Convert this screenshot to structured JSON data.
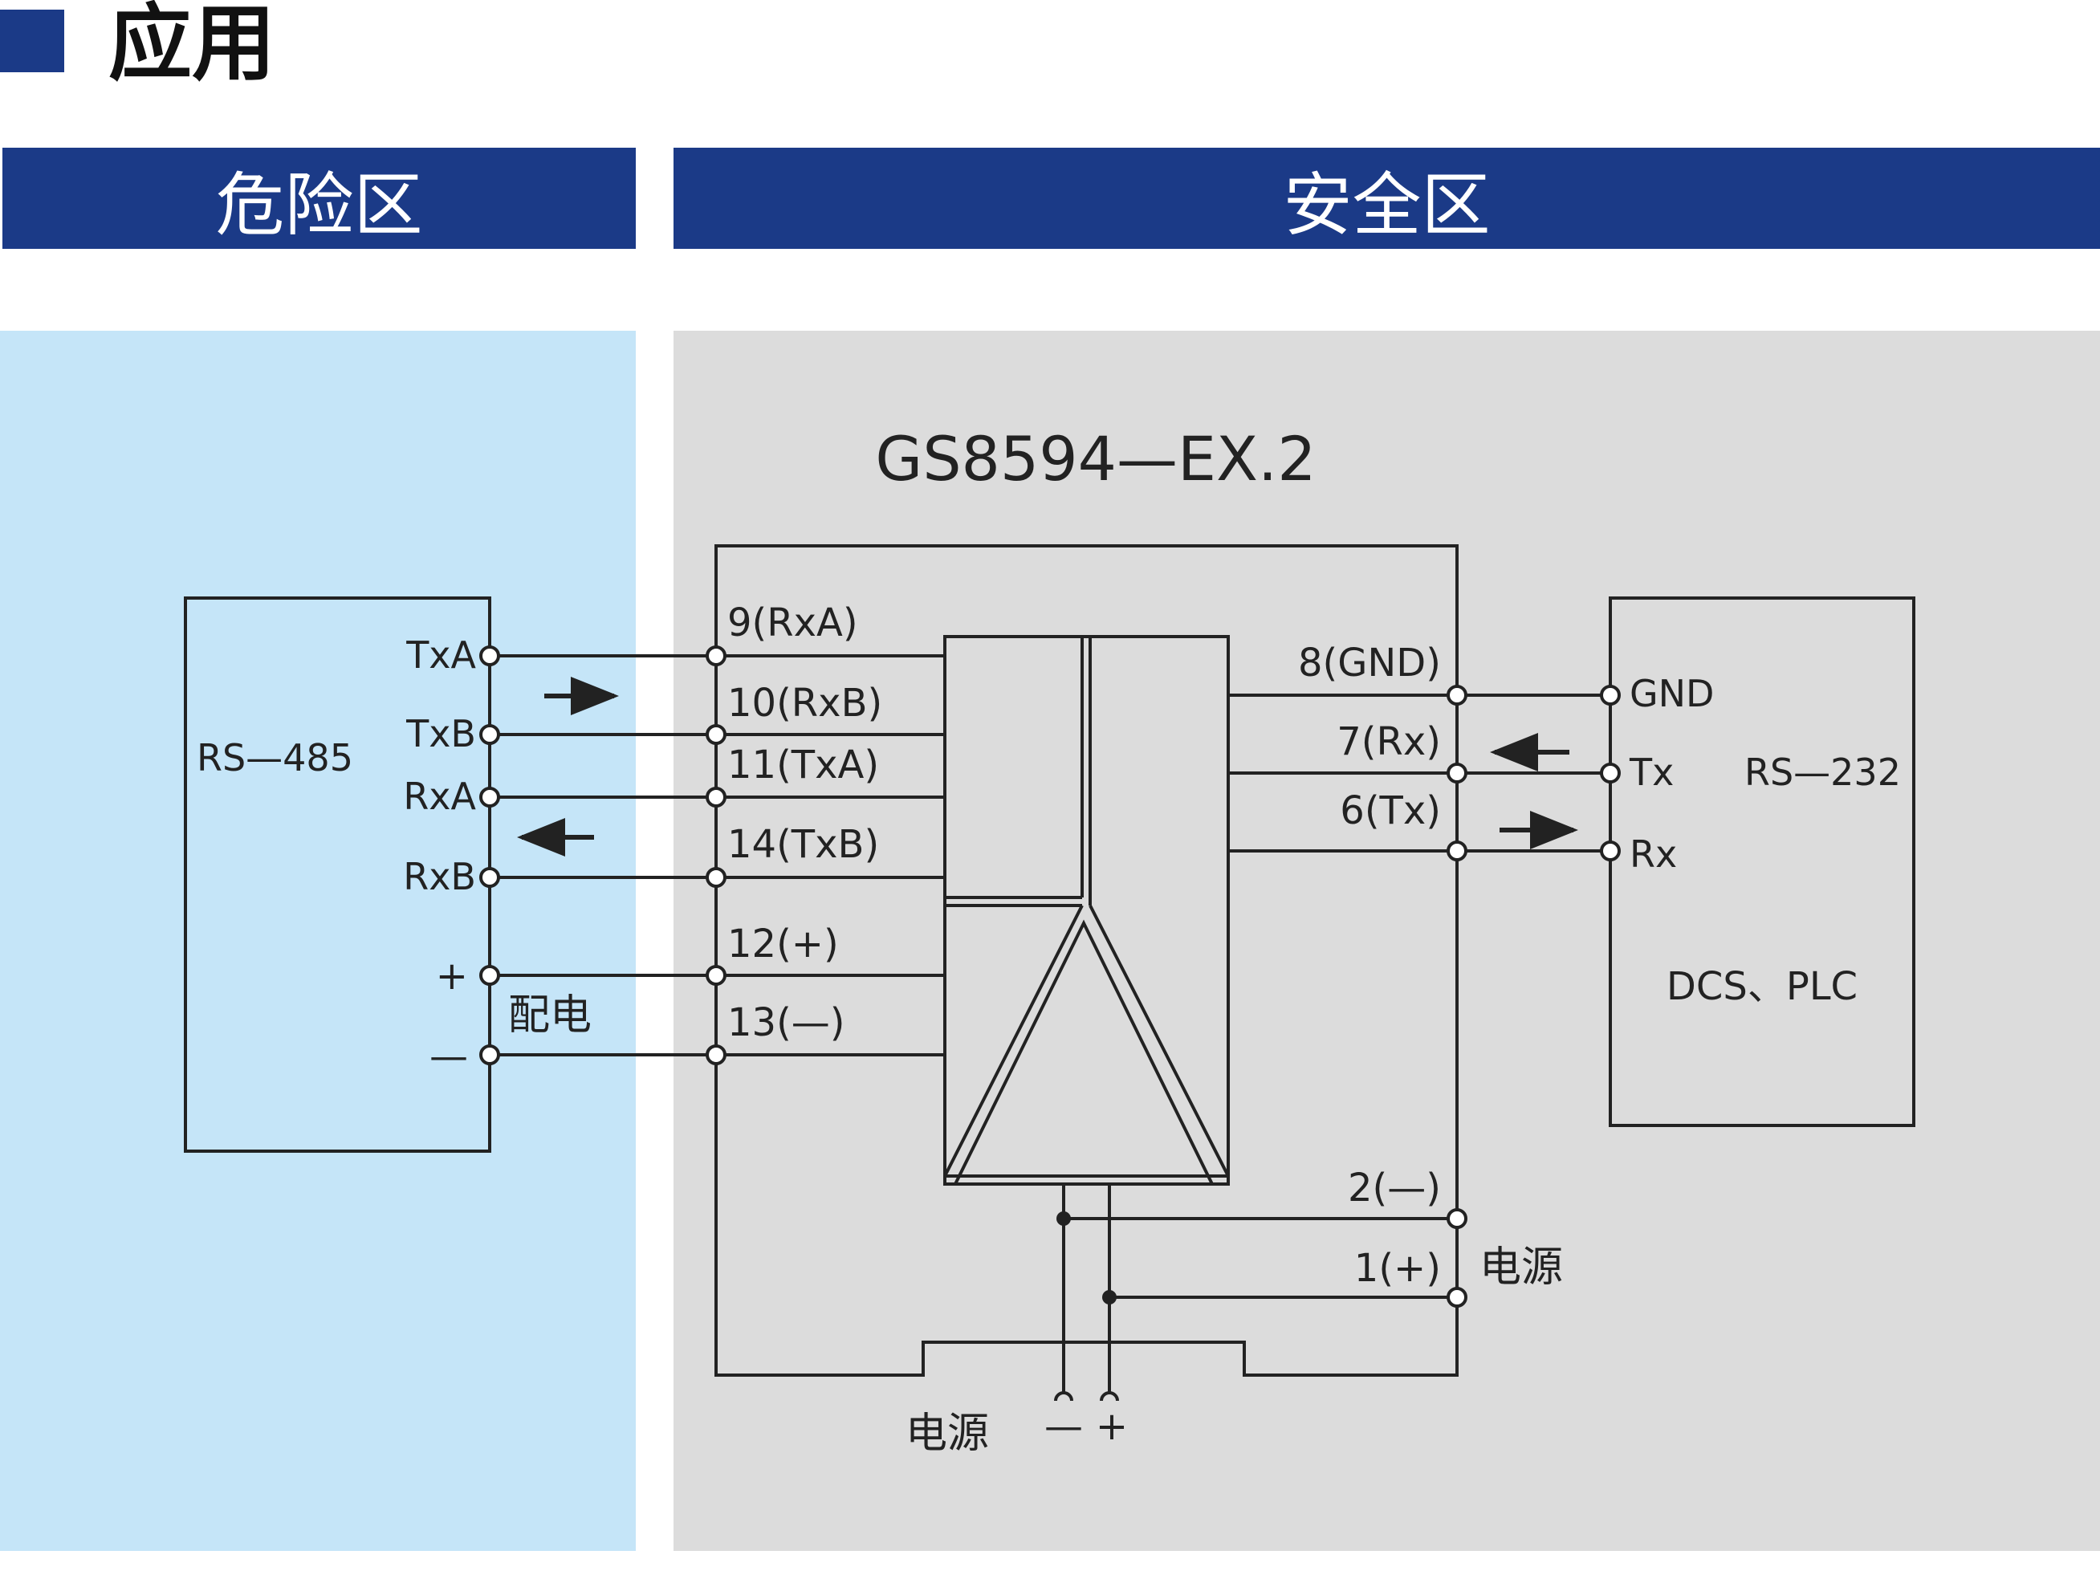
{
  "header": {
    "title": "应用"
  },
  "zones": {
    "hazard": "危险区",
    "safe": "安全区"
  },
  "device": {
    "model": "GS8594—EX.2",
    "left_terminals": [
      "9(RxA)",
      "10(RxB)",
      "11(TxA)",
      "14(TxB)",
      "12(+)",
      "13(—)"
    ],
    "right_terminals": [
      "8(GND)",
      "7(Rx)",
      "6(Tx)"
    ],
    "power_terminals": [
      "2(—)",
      "1(+)"
    ],
    "power_label": "电源"
  },
  "rs485": {
    "name": "RS—485",
    "pins": [
      "TxA",
      "TxB",
      "RxA",
      "RxB"
    ],
    "plus": "+",
    "minus": "—",
    "supply_label": "配电"
  },
  "rs232": {
    "name": "RS—232",
    "pins": [
      "GND",
      "Tx",
      "Rx"
    ],
    "system": "DCS、PLC"
  },
  "bottom_power": {
    "label": "电源",
    "minus": "—",
    "plus": "+"
  },
  "colors": {
    "band": "#1b3a87",
    "hazard_zone": "#c5e5f8",
    "safe_zone": "#dcdcdc",
    "line": "#222222"
  }
}
